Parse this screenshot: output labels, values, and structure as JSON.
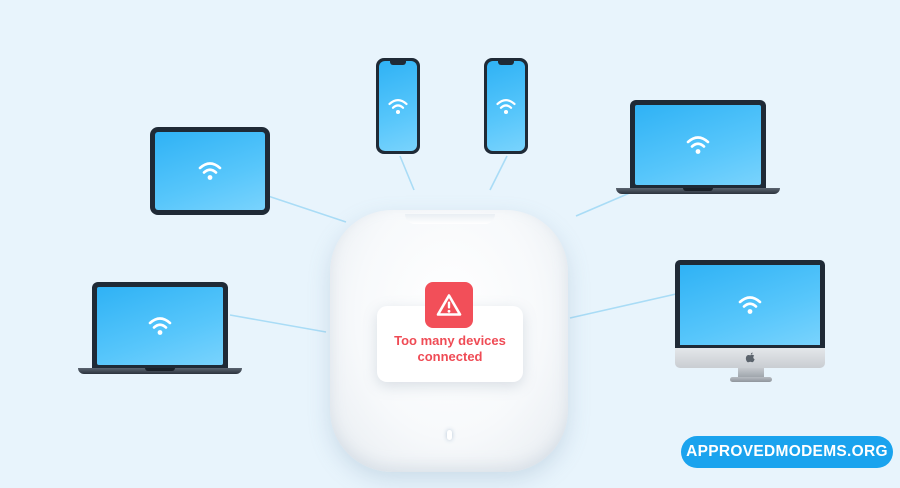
{
  "alert": {
    "message_line1": "Too many devices",
    "message_line2": "connected",
    "icon": "warning-triangle-icon",
    "color": "#f24f59"
  },
  "devices": {
    "tablet": {
      "icon": "wifi-icon"
    },
    "phones": [
      {
        "icon": "wifi-icon"
      },
      {
        "icon": "wifi-icon"
      }
    ],
    "laptops": [
      {
        "icon": "wifi-icon"
      },
      {
        "icon": "wifi-icon"
      }
    ],
    "desktop": {
      "icon": "wifi-icon",
      "logo": "apple-logo-icon"
    }
  },
  "router": {
    "status_light": "led-indicator"
  },
  "brand": {
    "label": "APPROVEDMODEMS.ORG",
    "color": "#1aa3ee"
  },
  "colors": {
    "background": "#e8f4fc",
    "screen": "#3db9f7",
    "device_frame": "#1f2a36"
  }
}
